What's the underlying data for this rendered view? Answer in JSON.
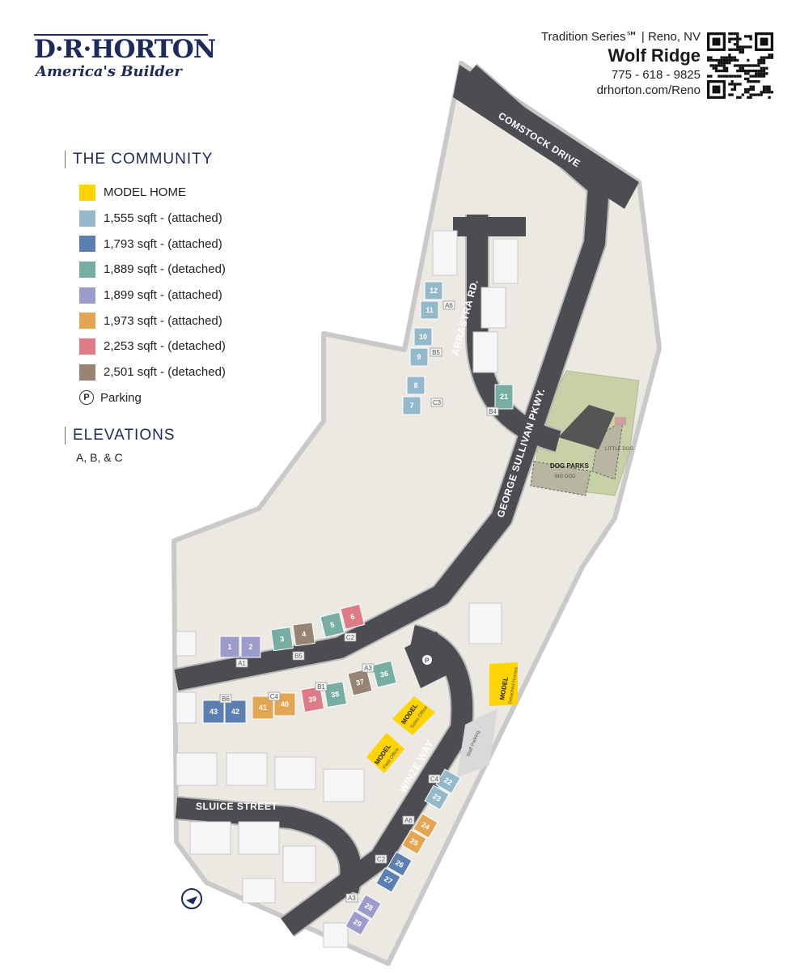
{
  "brand": {
    "name": "D·R·HORTON",
    "tagline": "America's Builder"
  },
  "info": {
    "series": "Tradition Series℠ | Reno, NV",
    "community": "Wolf Ridge",
    "phone": "775 - 618 - 9825",
    "website": "drhorton.com/Reno"
  },
  "legend": {
    "heading": "THE COMMUNITY",
    "items": [
      {
        "label": "MODEL HOME",
        "color": "#ffd400"
      },
      {
        "label": "1,555 sqft - (attached)",
        "color": "#93b9cb"
      },
      {
        "label": "1,793 sqft - (attached)",
        "color": "#5b7fb0"
      },
      {
        "label": "1,889 sqft - (detached)",
        "color": "#76aea3"
      },
      {
        "label": "1,899 sqft - (attached)",
        "color": "#9c9ccc"
      },
      {
        "label": "1,973 sqft - (attached)",
        "color": "#e2a552"
      },
      {
        "label": "2,253 sqft - (detached)",
        "color": "#dd7b87"
      },
      {
        "label": "2,501 sqft - (detached)",
        "color": "#988474"
      }
    ],
    "parking": {
      "symbol": "P",
      "label": "Parking"
    }
  },
  "elevations": {
    "heading": "ELEVATIONS",
    "value": "A, B, & C"
  },
  "roads": {
    "comstock": "COMSTOCK DRIVE",
    "arrastra": "ARRASTRA RD.",
    "sullivan": "GEORGE SULLIVAN PKWY.",
    "winze": "WINZE WAY",
    "sluice": "SLUICE STREET"
  },
  "map_labels": {
    "dog_parks": "DOG PARKS",
    "little_dog": "LITTLE DOG",
    "big_dog": "BIG DOG",
    "staff_parking": "Staff Parking",
    "parking_symbol": "P",
    "model_detached_1": "MODEL",
    "model_detached_2": "Detached Homes",
    "model_sales_1": "MODEL",
    "model_sales_2": "Sales Office",
    "model_field_1": "MODEL",
    "model_field_2": "Field Office"
  },
  "lots": [
    {
      "num": "12",
      "type": "1555"
    },
    {
      "num": "11",
      "type": "1555"
    },
    {
      "num": "10",
      "type": "1555"
    },
    {
      "num": "9",
      "type": "1555"
    },
    {
      "num": "8",
      "type": "1555"
    },
    {
      "num": "7",
      "type": "1555"
    },
    {
      "num": "21",
      "type": "1889"
    },
    {
      "num": "1",
      "type": "1899"
    },
    {
      "num": "2",
      "type": "1899"
    },
    {
      "num": "3",
      "type": "1889"
    },
    {
      "num": "4",
      "type": "2501"
    },
    {
      "num": "5",
      "type": "1889"
    },
    {
      "num": "6",
      "type": "2253"
    },
    {
      "num": "43",
      "type": "1793"
    },
    {
      "num": "42",
      "type": "1793"
    },
    {
      "num": "41",
      "type": "1973"
    },
    {
      "num": "40",
      "type": "1973"
    },
    {
      "num": "39",
      "type": "2253"
    },
    {
      "num": "38",
      "type": "1889"
    },
    {
      "num": "37",
      "type": "2501"
    },
    {
      "num": "36",
      "type": "1889"
    },
    {
      "num": "22",
      "type": "1555"
    },
    {
      "num": "23",
      "type": "1555"
    },
    {
      "num": "24",
      "type": "1973"
    },
    {
      "num": "25",
      "type": "1973"
    },
    {
      "num": "26",
      "type": "1793"
    },
    {
      "num": "27",
      "type": "1793"
    },
    {
      "num": "28",
      "type": "1899"
    },
    {
      "num": "29",
      "type": "1899"
    }
  ],
  "elevation_tags": [
    "A6",
    "B5",
    "C3",
    "B4",
    "A1",
    "B5",
    "C2",
    "B6",
    "C4",
    "B1",
    "A3",
    "C4",
    "A6",
    "C2",
    "A3"
  ]
}
